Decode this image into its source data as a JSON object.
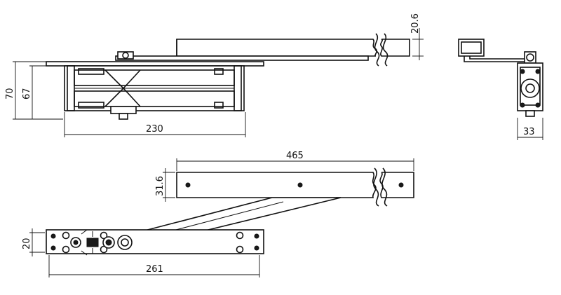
{
  "drawing": {
    "dimensions": {
      "arm_thickness": "20.6",
      "overall_height": "70",
      "body_height": "67",
      "body_length": "230",
      "body_width": "33",
      "arm_length": "465",
      "arm_width": "31.6",
      "plate_width": "20",
      "plate_length": "261"
    }
  }
}
